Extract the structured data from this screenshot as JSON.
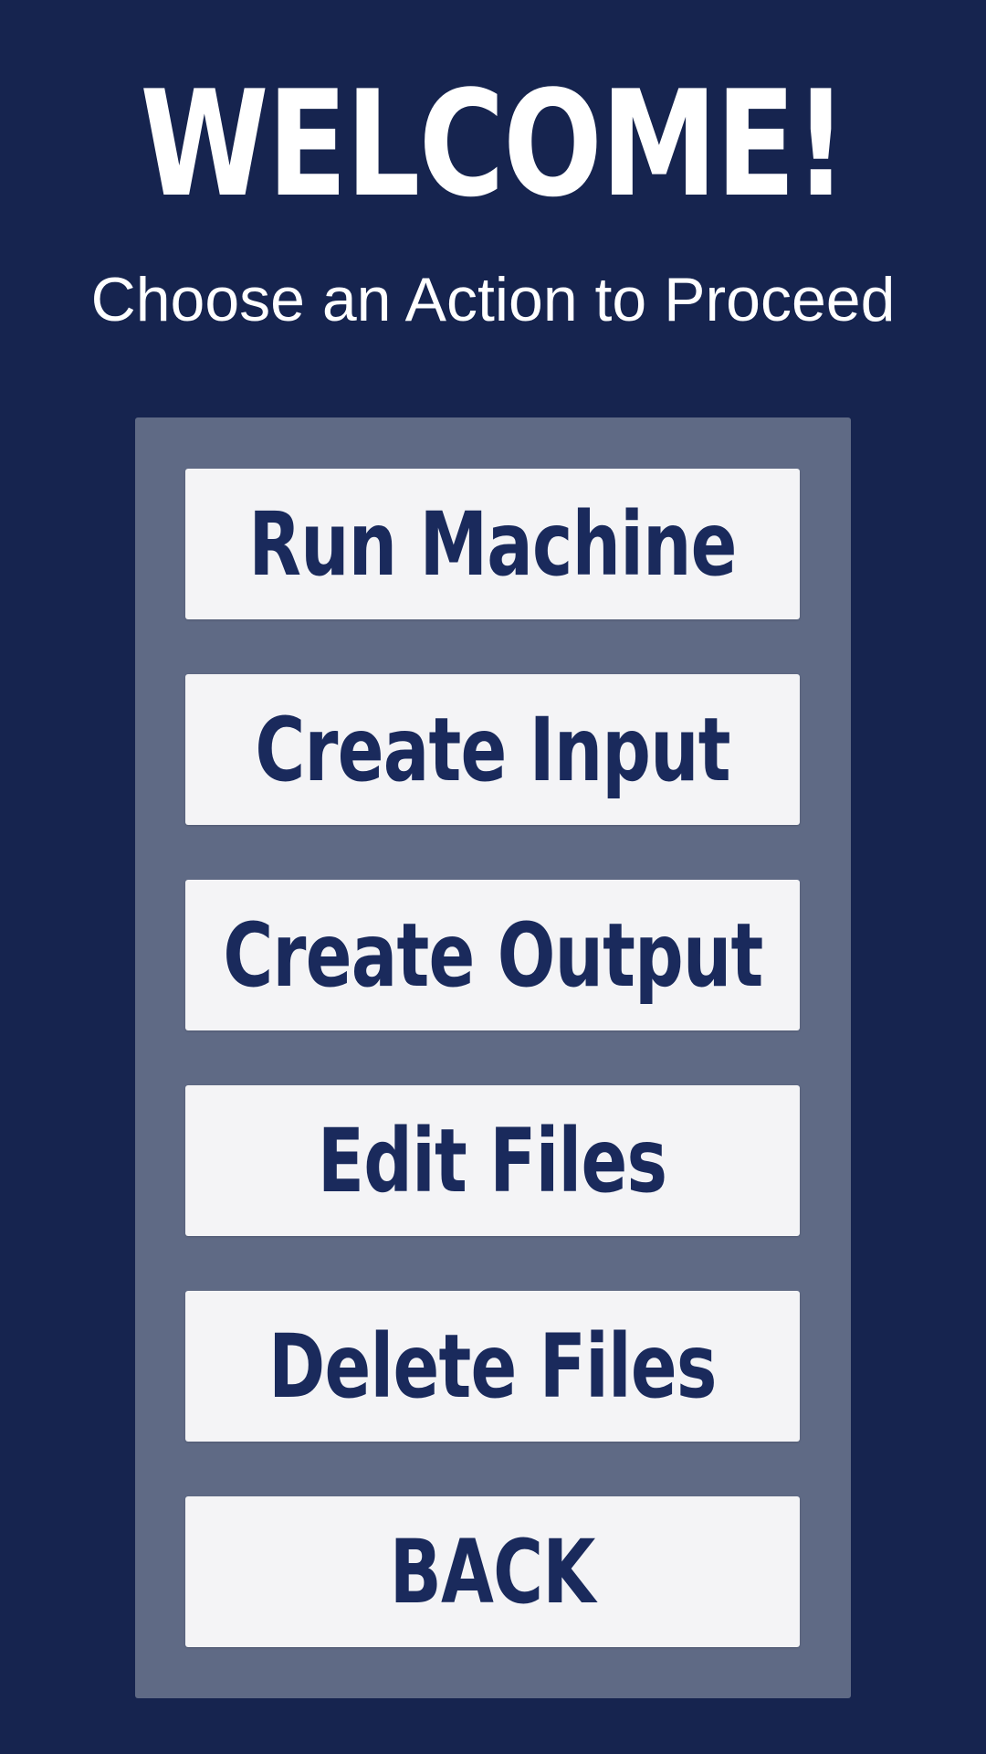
{
  "header": {
    "title": "WELCOME!",
    "subtitle": "Choose an Action to Proceed"
  },
  "menu": {
    "run_machine": "Run Machine",
    "create_input": "Create Input",
    "create_output": "Create Output",
    "edit_files": "Edit Files",
    "delete_files": "Delete Files",
    "back": "BACK"
  },
  "colors": {
    "background": "#16244f",
    "panel": "#5f6a85",
    "button": "#f4f4f6",
    "button_text": "#1a2a5c",
    "title_text": "#ffffff"
  }
}
